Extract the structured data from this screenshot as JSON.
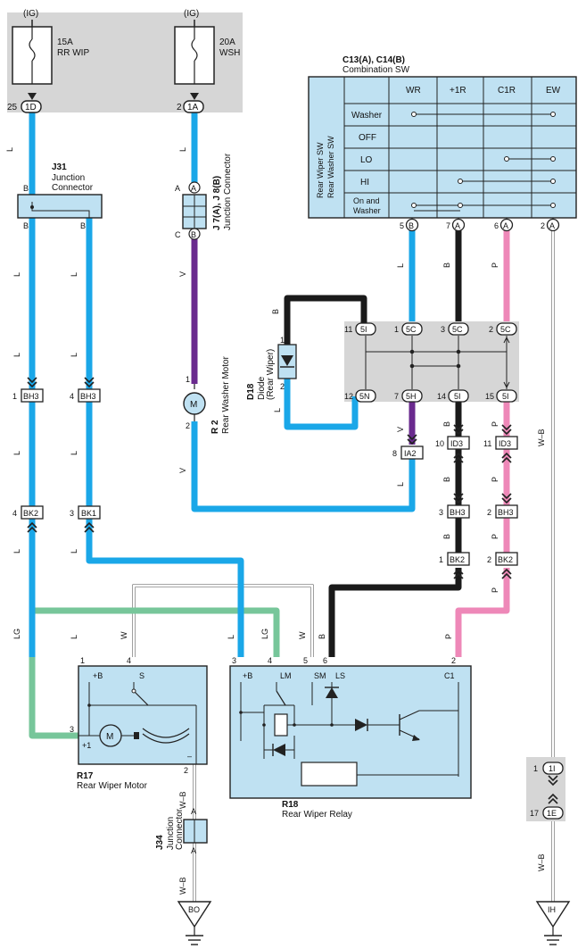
{
  "colors": {
    "L": "#1aa7e8",
    "LG": "#77c69a",
    "V": "#6a2a8e",
    "B": "#1a1a1a",
    "P": "#ee88b8",
    "W": "#c8c8c8",
    "gray_box": "#d6d6d6",
    "blue_box": "#bfe1f2"
  },
  "power": {
    "ig1": "(IG)",
    "fuse1_amp": "15A",
    "fuse1_name": "RR WIP",
    "pin1": "25",
    "conn1": "1D",
    "ig2": "(IG)",
    "fuse2_amp": "20A",
    "fuse2_name": "WSH",
    "pin2": "2",
    "conn2": "1A"
  },
  "j31": {
    "id": "J31",
    "name1": "Junction",
    "name2": "Connector",
    "pin_top": "B",
    "pin_b1": "B",
    "pin_b2": "B"
  },
  "j7": {
    "id": "J 7(A), J 8(B)",
    "name": "Junction Connector",
    "pin_a": "A",
    "pin_b": "B",
    "pin_a_label": "A",
    "pin_c_label": "C"
  },
  "combo": {
    "id": "C13(A), C14(B)",
    "name": "Combination SW",
    "side1": "Rear Wiper SW",
    "side2": "Rear Washer SW",
    "cols": [
      "WR",
      "+1R",
      "C1R",
      "EW"
    ],
    "rows": [
      "Washer",
      "OFF",
      "LO",
      "HI",
      "On and",
      "Washer"
    ],
    "pins": [
      {
        "num": "5",
        "conn": "B"
      },
      {
        "num": "7",
        "conn": "A"
      },
      {
        "num": "6",
        "conn": "A"
      },
      {
        "num": "2",
        "conn": "A"
      }
    ]
  },
  "wire_labels": {
    "L": "L",
    "B": "B",
    "V": "V",
    "P": "P",
    "LG": "LG",
    "W": "W",
    "WB": "W–B"
  },
  "junction_block": {
    "pins": [
      {
        "num": "11",
        "conn": "5I"
      },
      {
        "num": "1",
        "conn": "5C"
      },
      {
        "num": "3",
        "conn": "5C"
      },
      {
        "num": "2",
        "conn": "5C"
      },
      {
        "num": "12",
        "conn": "5N"
      },
      {
        "num": "7",
        "conn": "5H"
      },
      {
        "num": "14",
        "conn": "5I"
      },
      {
        "num": "15",
        "conn": "5I"
      }
    ]
  },
  "diode": {
    "id": "D18",
    "name": "Diode",
    "sub": "(Rear Wiper)",
    "pin1": "1",
    "pin2": "2"
  },
  "washer_motor": {
    "id": "R 2",
    "name": "Rear Washer Motor",
    "symbol": "M",
    "pin1": "1",
    "pin2": "2"
  },
  "connectors": {
    "bh3_a": {
      "num": "1",
      "conn": "BH3"
    },
    "bh3_b": {
      "num": "4",
      "conn": "BH3"
    },
    "bk2_a": {
      "num": "4",
      "conn": "BK2"
    },
    "bk1": {
      "num": "3",
      "conn": "BK1"
    },
    "ia2": {
      "num": "8",
      "conn": "IA2"
    },
    "id3_a": {
      "num": "10",
      "conn": "ID3"
    },
    "id3_b": {
      "num": "11",
      "conn": "ID3"
    },
    "bh3_c": {
      "num": "3",
      "conn": "BH3"
    },
    "bh3_d": {
      "num": "2",
      "conn": "BH3"
    },
    "bk2_b": {
      "num": "1",
      "conn": "BK2"
    },
    "bk2_c": {
      "num": "2",
      "conn": "BK2"
    }
  },
  "r17": {
    "id": "R17",
    "name": "Rear Wiper Motor",
    "pins": {
      "p1": "1",
      "p4": "4",
      "p3": "3",
      "p2": "2"
    },
    "labels": {
      "plusb": "+B",
      "s": "S",
      "plus1": "+1",
      "minus": "–",
      "m": "M"
    }
  },
  "r18": {
    "id": "R18",
    "name": "Rear Wiper Relay",
    "pins": {
      "p3": "3",
      "p4": "4",
      "p5": "5",
      "p6": "6",
      "p2": "2"
    },
    "labels": {
      "plusb": "+B",
      "lm": "LM",
      "sm": "SM",
      "ls": "LS",
      "c1": "C1"
    }
  },
  "j34": {
    "id": "J34",
    "name1": "Junction",
    "name2": "Connector",
    "pin_a1": "A",
    "pin_a2": "A"
  },
  "right_conn": {
    "top_num": "1",
    "top_conn": "1I",
    "bot_num": "17",
    "bot_conn": "1E"
  },
  "grounds": {
    "left": "BO",
    "right": "IH"
  }
}
